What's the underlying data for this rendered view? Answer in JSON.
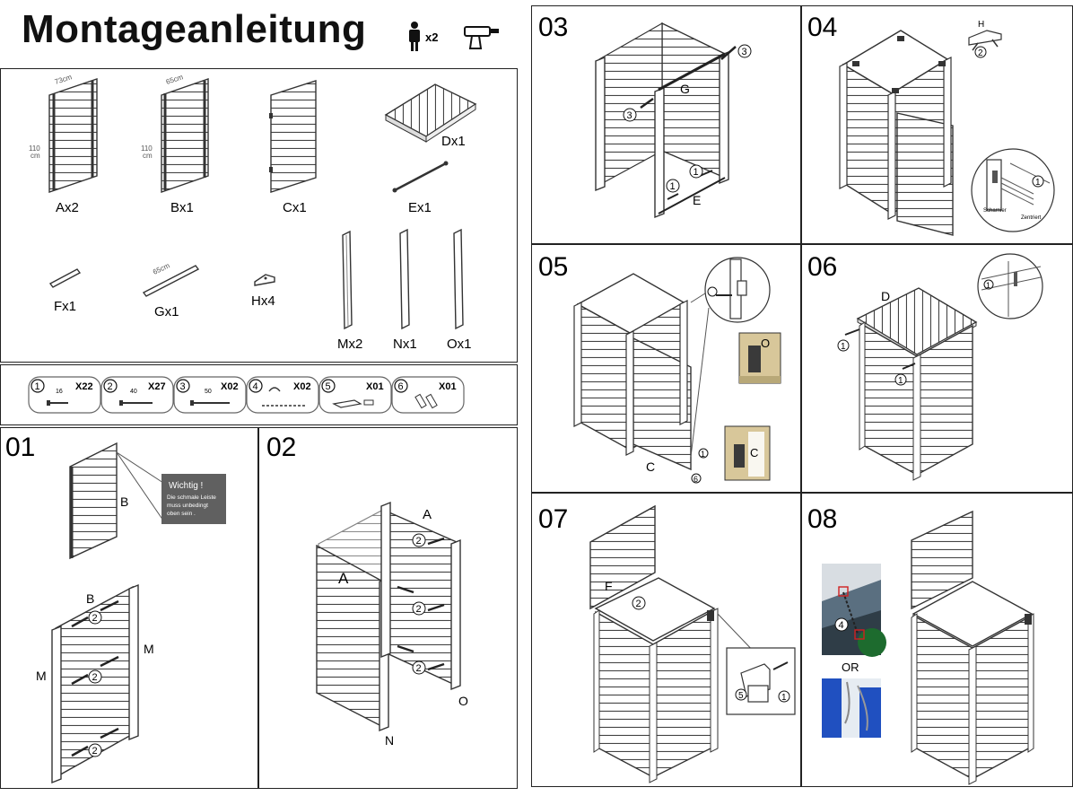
{
  "title": "Montageanleitung",
  "header": {
    "person_count": "x2"
  },
  "parts": {
    "A": {
      "label": "Ax2",
      "width": "73cm",
      "height_line1": "110",
      "height_line2": "cm"
    },
    "B": {
      "label": "Bx1",
      "width": "65cm",
      "height_line1": "110",
      "height_line2": "cm"
    },
    "C": {
      "label": "Cx1"
    },
    "D": {
      "label": "Dx1"
    },
    "E": {
      "label": "Ex1"
    },
    "F": {
      "label": "Fx1"
    },
    "G": {
      "label": "Gx1",
      "length": "65cm"
    },
    "H": {
      "label": "Hx4"
    },
    "M": {
      "label": "Mx2"
    },
    "N": {
      "label": "Nx1"
    },
    "O": {
      "label": "Ox1"
    }
  },
  "hardware": [
    {
      "num": "1",
      "qty": "X22",
      "dim": "16"
    },
    {
      "num": "2",
      "qty": "X27",
      "dim": "40"
    },
    {
      "num": "3",
      "qty": "X02",
      "dim": "50"
    },
    {
      "num": "4",
      "qty": "X02",
      "dim": ""
    },
    {
      "num": "5",
      "qty": "X01",
      "dim": ""
    },
    {
      "num": "6",
      "qty": "X01",
      "dim": ""
    }
  ],
  "steps": {
    "s01": {
      "num": "01",
      "top_label": "B",
      "callout_title": "Wichtig !",
      "callout_line1": "Die schmale Leiste",
      "callout_line2": "muss unbedingt",
      "callout_line3": "oben sein .",
      "label_b": "B",
      "label_m_left": "M",
      "label_m_right": "M",
      "screw": "2"
    },
    "s02": {
      "num": "02",
      "label_a_top": "A",
      "label_a_left": "A",
      "label_o": "O",
      "label_n": "N",
      "screw": "2"
    },
    "s03": {
      "num": "03",
      "label_g": "G",
      "label_e": "E",
      "screw_a": "3",
      "screw_b": "1"
    },
    "s04": {
      "num": "04",
      "label_h": "H",
      "screw_h": "2",
      "screw_hinge": "1",
      "detail_line1": "Scharnier",
      "detail_line2": "Zentriert"
    },
    "s05": {
      "num": "05",
      "label_c": "C",
      "label_o": "O",
      "label_c_photo": "C",
      "screw_1": "1",
      "screw_6": "6"
    },
    "s06": {
      "num": "06",
      "label_d": "D",
      "screw": "1"
    },
    "s07": {
      "num": "07",
      "label_f": "F",
      "screw_f": "2",
      "screw_5": "5",
      "screw_1": "1"
    },
    "s08": {
      "num": "08",
      "chain": "4",
      "or_text": "OR"
    }
  }
}
